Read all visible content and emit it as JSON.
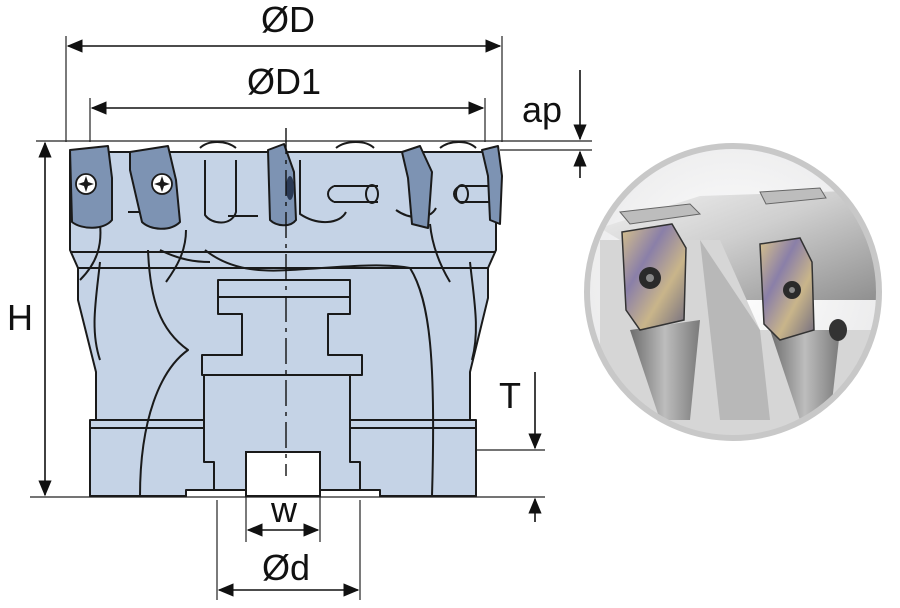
{
  "labels": {
    "outer_diameter": "ØD",
    "cutting_diameter": "ØD1",
    "depth_of_cut": "ap",
    "height": "H",
    "keyway_depth": "T",
    "keyway_width": "w",
    "bore_diameter": "Ød"
  },
  "colors": {
    "body_fill": "#c5d3e6",
    "insert_fill": "#7d93b3",
    "outline": "#1a1a1a",
    "photo_ring": "#c8c8c8"
  },
  "icons": {
    "insert_screw": "torx-screw-icon"
  }
}
